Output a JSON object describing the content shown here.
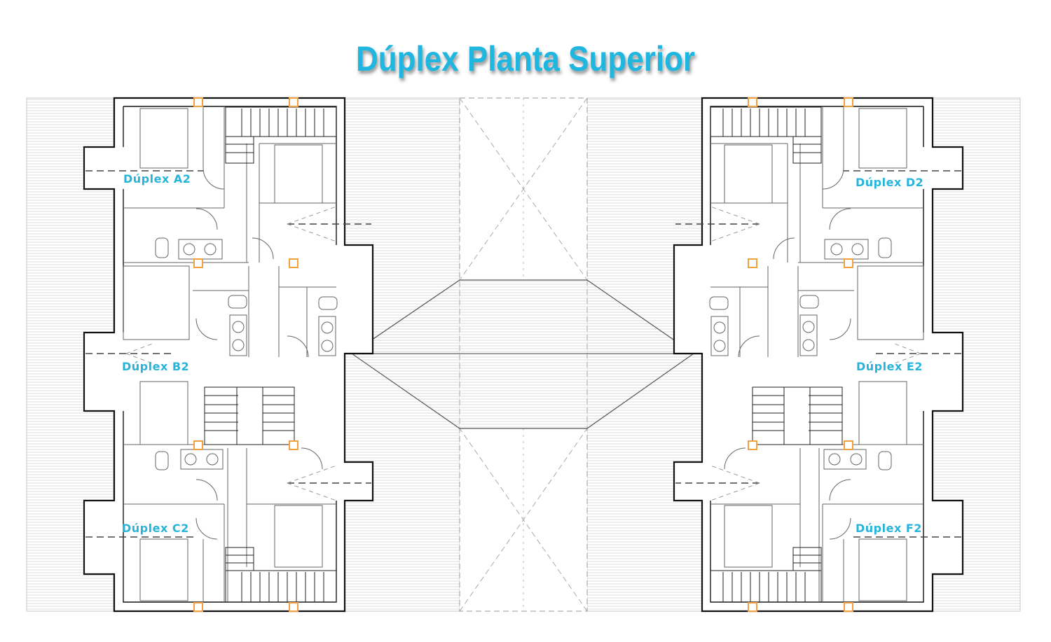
{
  "title": "Dúplex Planta Superior",
  "colors": {
    "title": "#1fb6e0",
    "label": "#27b4da",
    "wall": "#111111",
    "thin": "#666666",
    "terrace_line": "#d8d8d8",
    "window": "#f2a040"
  },
  "units": [
    {
      "label": "Dúplex A2"
    },
    {
      "label": "Dúplex B2"
    },
    {
      "label": "Dúplex C2"
    },
    {
      "label": "Dúplex D2"
    },
    {
      "label": "Dúplex E2"
    },
    {
      "label": "Dúplex F2"
    }
  ]
}
